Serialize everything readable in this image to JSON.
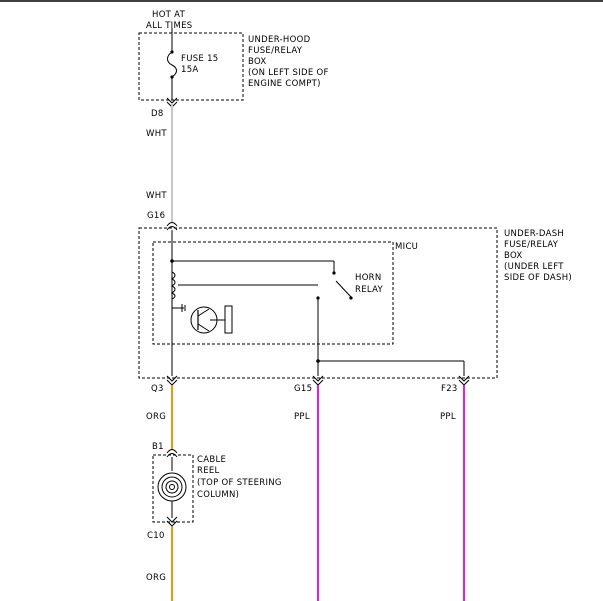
{
  "source": {
    "line1": "HOT AT",
    "line2": "ALL TIMES"
  },
  "fuse": {
    "label1": "FUSE 15",
    "label2": "15A"
  },
  "underhood_box": {
    "line1": "UNDER-HOOD",
    "line2": "FUSE/RELAY",
    "line3": "BOX",
    "line4": "(ON LEFT SIDE OF",
    "line5": "ENGINE COMPT)"
  },
  "underdash_box": {
    "line1": "UNDER-DASH",
    "line2": "FUSE/RELAY",
    "line3": "BOX",
    "line4": "(UNDER LEFT",
    "line5": "SIDE OF DASH)"
  },
  "micu": {
    "label": "MICU"
  },
  "horn_relay": {
    "line1": "HORN",
    "line2": "RELAY"
  },
  "cable_reel": {
    "line1": "CABLE",
    "line2": "REEL",
    "line3": "(TOP OF STEERING",
    "line4": "COLUMN)"
  },
  "connectors": {
    "d8": "D8",
    "g16": "G16",
    "q3": "Q3",
    "g15": "G15",
    "f23": "F23",
    "b1": "B1",
    "c10": "C10"
  },
  "wires": {
    "wht_1": "WHT",
    "wht_2": "WHT",
    "org_1": "ORG",
    "org_2": "ORG",
    "ppl_1": "PPL",
    "ppl_2": "PPL"
  },
  "colors": {
    "wht": "#c8c8c8",
    "org": "#f0960a",
    "ppl": "#e020e0",
    "line": "#000000"
  }
}
